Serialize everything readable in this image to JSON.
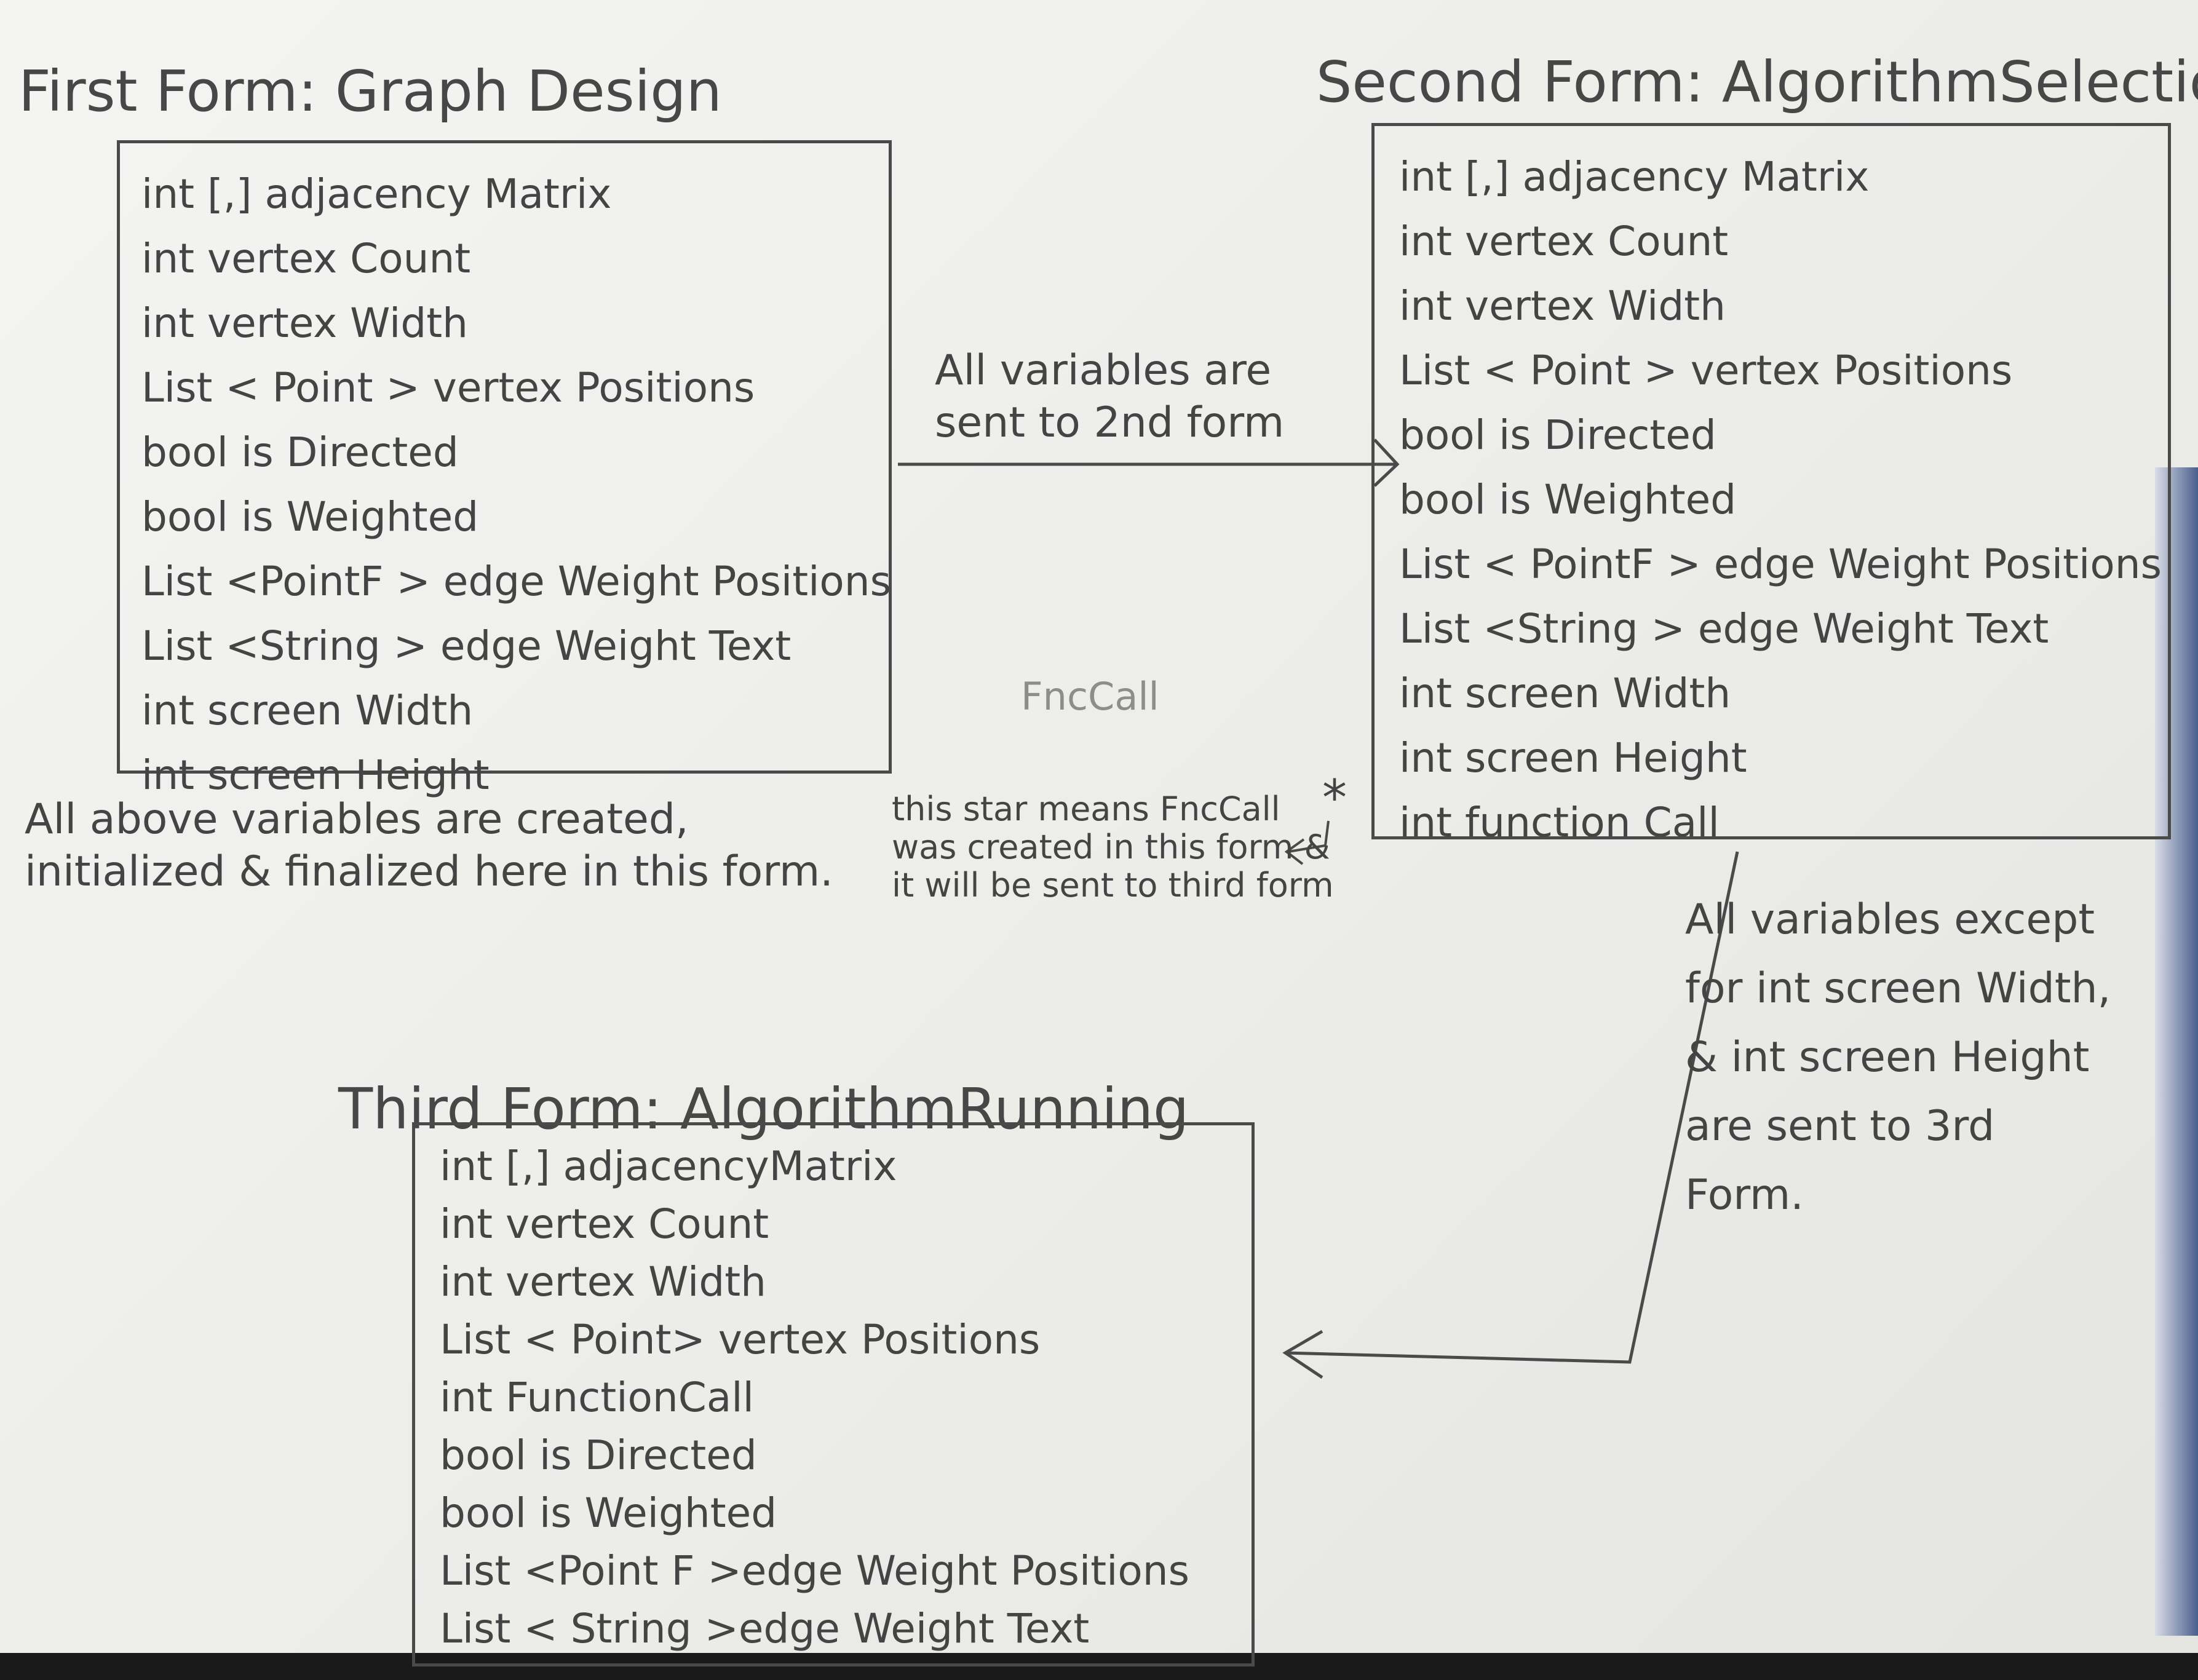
{
  "forms": {
    "first": {
      "title": "First Form: Graph Design",
      "variables": [
        "int [,] adjacency Matrix",
        "int vertex Count",
        "int vertex Width",
        "List < Point > vertex Positions",
        "bool is Directed",
        "bool is Weighted",
        "List <PointF > edge Weight Positions",
        "List <String > edge Weight Text",
        "int screen Width",
        "int screen Height"
      ],
      "note": "All above variables are created, initialized & finalized here in this form."
    },
    "second": {
      "title": "Second Form: AlgorithmSelection",
      "variables": [
        "int [,] adjacency Matrix",
        "int vertex Count",
        "int vertex Width",
        "List < Point > vertex Positions",
        "bool is Directed",
        "bool is Weighted",
        "List < PointF > edge Weight Positions",
        "List <String > edge Weight Text",
        "int screen Width",
        "int screen Height",
        "int function Call"
      ],
      "star": "*"
    },
    "third": {
      "title": "Third Form: AlgorithmRunning",
      "variables": [
        "int [,] adjacencyMatrix",
        "int vertex Count",
        "int vertex Width",
        "List < Point> vertex Positions",
        "int FunctionCall",
        "bool is Directed",
        "bool is Weighted",
        "List <Point F >edge Weight Positions",
        "List < String >edge Weight Text"
      ]
    }
  },
  "annotations": {
    "arrow_1_to_2": "All variables are sent to 2nd form",
    "faint_label": "FncCall",
    "star_note": "this star means FncCall was created in this form & it will be sent to third form",
    "arrow_2_to_3": "All variables except for int screen Width, & int screen Height are sent to 3rd Form."
  },
  "colors": {
    "paper": "#f1f1ef",
    "ink": "#444444"
  }
}
